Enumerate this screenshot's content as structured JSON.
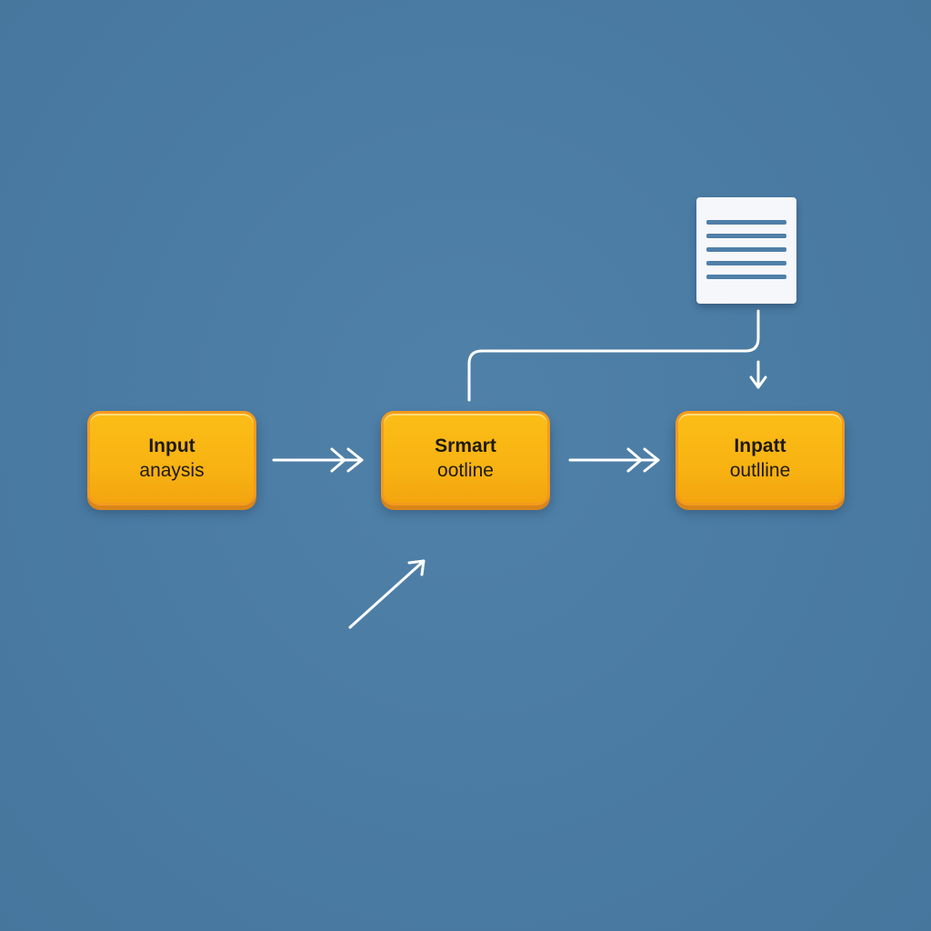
{
  "diagram": {
    "nodes": [
      {
        "id": "node-1",
        "line1": "Input",
        "line2": "anaysis"
      },
      {
        "id": "node-2",
        "line1": "Srmart",
        "line2": "ootline"
      },
      {
        "id": "node-3",
        "line1": "Inpatt",
        "line2": "outlline"
      }
    ],
    "document_icon": "document-icon",
    "colors": {
      "background": "#4a7ba3",
      "node_fill": "#f8b312",
      "node_border": "#f59a1d",
      "node_text": "#1f1a12",
      "connector": "#ffffff",
      "document": "#f6f7fa",
      "document_lines": "#4f7fa8"
    }
  }
}
